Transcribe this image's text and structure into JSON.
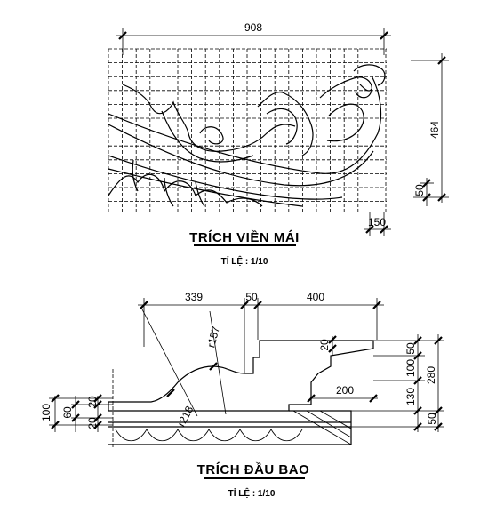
{
  "top_drawing": {
    "title": "TRÍCH VIỀN MÁI",
    "scale": "TỈ LỆ : 1/10",
    "dims": {
      "width": "908",
      "height": "464",
      "right_small": "50",
      "bottom_small": "150"
    }
  },
  "bottom_drawing": {
    "title": "TRÍCH ĐẦU BAO",
    "scale": "TỈ LỆ : 1/10",
    "dims": {
      "top_a": "339",
      "top_b": "50",
      "top_c": "400",
      "right_a": "50",
      "right_b": "100",
      "right_c": "130",
      "right_d": "50",
      "right_total": "280",
      "left_a": "20",
      "left_b": "60",
      "left_c": "20",
      "left_total": "100",
      "inner_200": "200",
      "inner_20": "20",
      "radius_1": "r157",
      "radius_2": "r218"
    }
  }
}
